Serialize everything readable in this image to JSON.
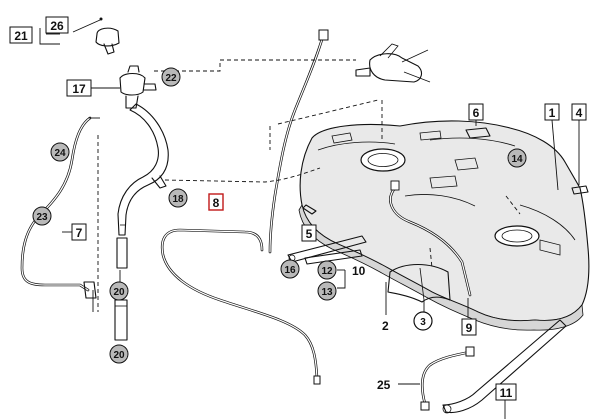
{
  "diagram": {
    "labels": {
      "l21": "21",
      "l26": "26",
      "l22": "22",
      "l17": "17",
      "l24": "24",
      "l23": "23",
      "l7": "7",
      "l18": "18",
      "l8": "8",
      "l20a": "20",
      "l20b": "20",
      "l16": "16",
      "l5": "5",
      "l12": "12",
      "l10": "10",
      "l13": "13",
      "l2": "2",
      "l3": "3",
      "l9": "9",
      "l25": "25",
      "l6": "6",
      "l1": "1",
      "l4": "4",
      "l14": "14",
      "l11": "11"
    },
    "highlight_color": "#c01818",
    "callout_fill": "#b9b9b9"
  }
}
